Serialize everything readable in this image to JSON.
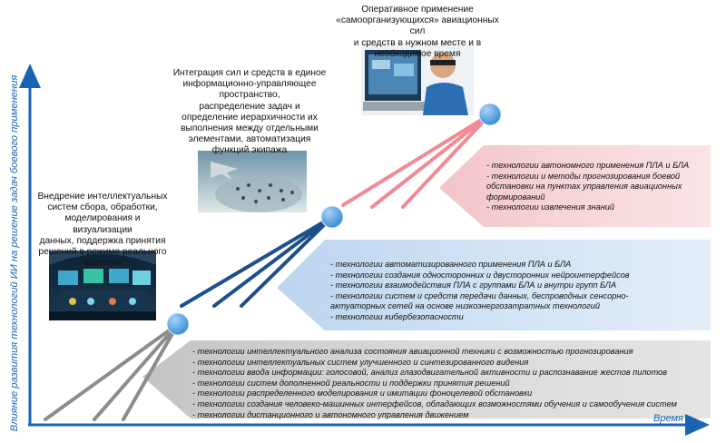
{
  "axes": {
    "y_label": "Влияние развития технологий ИИ на решение задач боевого применения",
    "x_label": "Время",
    "color": "#1a63b3"
  },
  "stages": [
    {
      "lines": [
        "Внедрение интеллектуальных",
        "систем сбора, обработки,",
        "моделирования и визуализации",
        "данных, поддержка принятия",
        "решений в режиме реального",
        "времени"
      ],
      "line_color": "#8c8c8c",
      "image_icon": "cockpit-image"
    },
    {
      "lines": [
        "Интеграция  сил и средств в единое",
        "информационно-управляющее",
        "пространство,",
        "распределение задач и",
        "определение иерархичности их",
        "выполнения между отдельными",
        "элементами, автоматизация",
        "функций экипажа"
      ],
      "line_color": "#1d4f8c",
      "image_icon": "swarm-image"
    },
    {
      "lines": [
        "Оперативное применение",
        "«самоорганизующихся» авиационных сил",
        "и средств в нужном месте и в",
        "необходимое время"
      ],
      "line_color": "#f08a95",
      "image_icon": "operator-image"
    }
  ],
  "banners": {
    "pink": [
      "-   технологии автономного применения ПЛА и БЛА",
      "-   технологии и методы прогнозирования боевой",
      "    обстановки на пунктах управления авиационных",
      "    формирований",
      "-   технологии извлечения знаний"
    ],
    "blue": [
      "-   технологии автоматизированного применения ПЛА и БЛА",
      "-   технологии создания односторонних и двусторонних нейроинтерфейсов",
      "-   технологии взаимодействия ПЛА с группами БЛА и внутри групп БЛА",
      "-   технологии систем и  средств передачи данных, беспроводных сенсорно-",
      "    актуаторных сетей на основе низкоэнергозатратных технологий",
      "-   технологии кибербезопасности"
    ],
    "gray": [
      "- технологии интеллектуального анализа состояния авиационной техники с возможностью прогнозирования",
      "- технологии интеллектуальных систем улучшенного и синтезированного видения",
      "- технологии ввода информации: голосовой, анализ глазодвигательной активности и распознавание жестов пилотов",
      "- технологии систем дополненной реальности и поддержки принятия решений",
      "- технологии распределенного моделирования и имитации фоноцелевой обстановки",
      "- технологии создания человеко-машинных интерфейсов, обладающих возможностями обучения и самообучения систем",
      "- технологии дистанционного и автономного управления движением"
    ],
    "colors": {
      "gray": "#d9d9d9",
      "blue": "#d2e3f5",
      "pink": "#f7d6d9"
    }
  },
  "node_color": "#3d8fd6"
}
